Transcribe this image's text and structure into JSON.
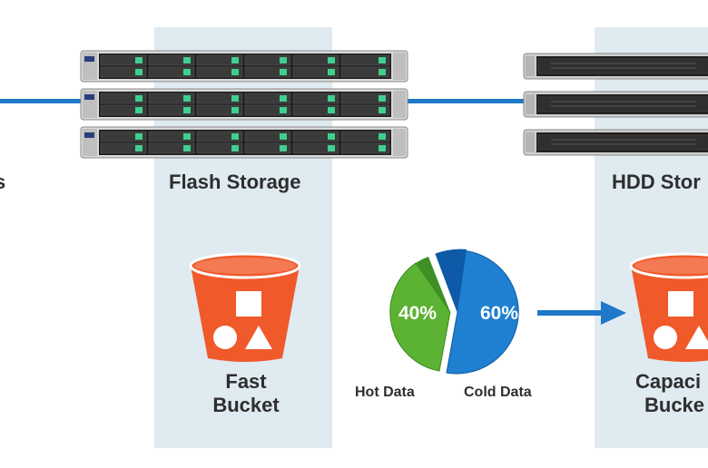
{
  "left_label_fragment": "s",
  "flash": {
    "label": "Flash Storage",
    "bucket_line1": "Fast",
    "bucket_line2": "Bucket",
    "server_count": 3
  },
  "hdd": {
    "label": "HDD Stor",
    "bucket_line1": "Capaci",
    "bucket_line2": "Bucke",
    "server_count": 3
  },
  "data_split": {
    "hot": {
      "label": "Hot Data",
      "percent_text": "40%",
      "percent": 40,
      "color": "#5cb233"
    },
    "cold": {
      "label": "Cold Data",
      "percent_text": "60%",
      "percent": 60,
      "color": "#1f7fd0"
    }
  },
  "colors": {
    "panel": "#dfeaf1",
    "link_line": "#1f78c8",
    "bucket": "#f0592a",
    "arrow": "#1f78c8"
  },
  "icons": [
    "server-icon",
    "bucket-icon",
    "arrow-right-icon",
    "pie-chart-icon"
  ]
}
